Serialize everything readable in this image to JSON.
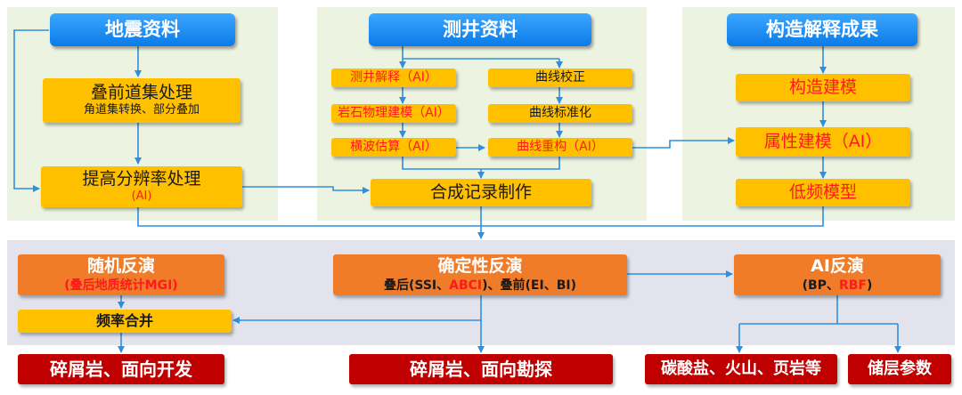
{
  "top": {
    "seismic": {
      "title": "地震资料",
      "prestack": {
        "title": "叠前道集处理",
        "sub": "角道集转换、部分叠加"
      },
      "resolution": {
        "title": "提高分辨率处理",
        "ai": "(AI)"
      }
    },
    "well": {
      "title": "测井资料",
      "left": [
        "测井解释（AI）",
        "岩石物理建模（AI）",
        "横波估算（AI）"
      ],
      "right": [
        "曲线校正",
        "曲线标准化",
        "曲线重构（AI）"
      ],
      "synthetic": "合成记录制作"
    },
    "structure": {
      "title": "构造解释成果",
      "items": [
        "构造建模",
        "属性建模（AI）",
        "低频模型"
      ]
    }
  },
  "inversion": {
    "random": {
      "title": "随机反演",
      "sub": "(叠后地质统计MGI)"
    },
    "merge": "频率合并",
    "deterministic": {
      "title": "确定性反演",
      "sub_pre": "叠后(SSI、",
      "sub_red": "ABCI",
      "sub_post": ")、叠前(EI、BI)"
    },
    "ai": {
      "title": "AI反演",
      "sub_pre": "(BP、",
      "sub_red": "RBF",
      "sub_post": ")"
    }
  },
  "outputs": [
    "碎屑岩、面向开发",
    "碎屑岩、面向勘探",
    "碳酸盐、火山、页岩等",
    "储层参数"
  ],
  "colors": {
    "blue": "#1e90ff",
    "yellow": "#ffc000",
    "orange": "#f07c2a",
    "red": "#c00000",
    "arrow": "#2e8fe0"
  }
}
